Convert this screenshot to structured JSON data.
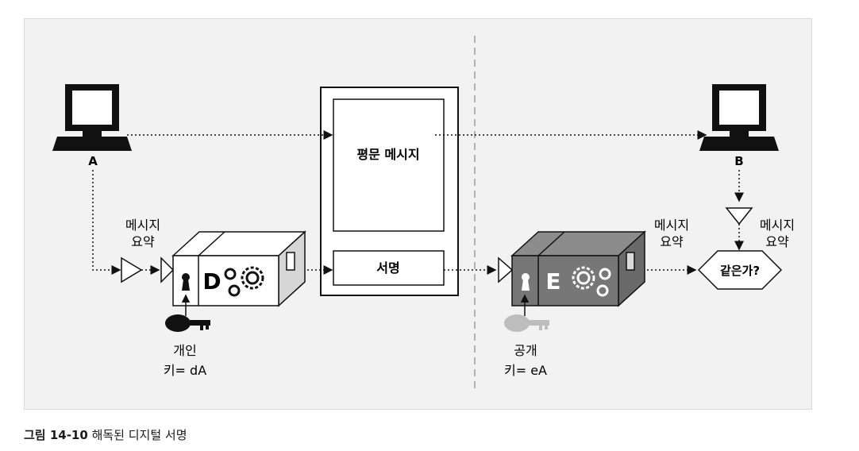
{
  "labels": {
    "computer_a": "A",
    "computer_b": "B",
    "plaintext": "평문 메시지",
    "signature": "서명",
    "digest_left_1": "메시지",
    "digest_left_2": "요약",
    "digest_right_1": "메시지",
    "digest_right_2": "요약",
    "digest_b_1": "메시지",
    "digest_b_2": "요약",
    "encrypt_box": "D",
    "decrypt_box": "E",
    "compare": "같은가?",
    "private_key_1": "개인",
    "private_key_2": "키= dA",
    "public_key_1": "공개",
    "public_key_2": "키= eA"
  },
  "caption": {
    "number": "그림 14-10",
    "text": " 해독된 디지털 서명"
  }
}
